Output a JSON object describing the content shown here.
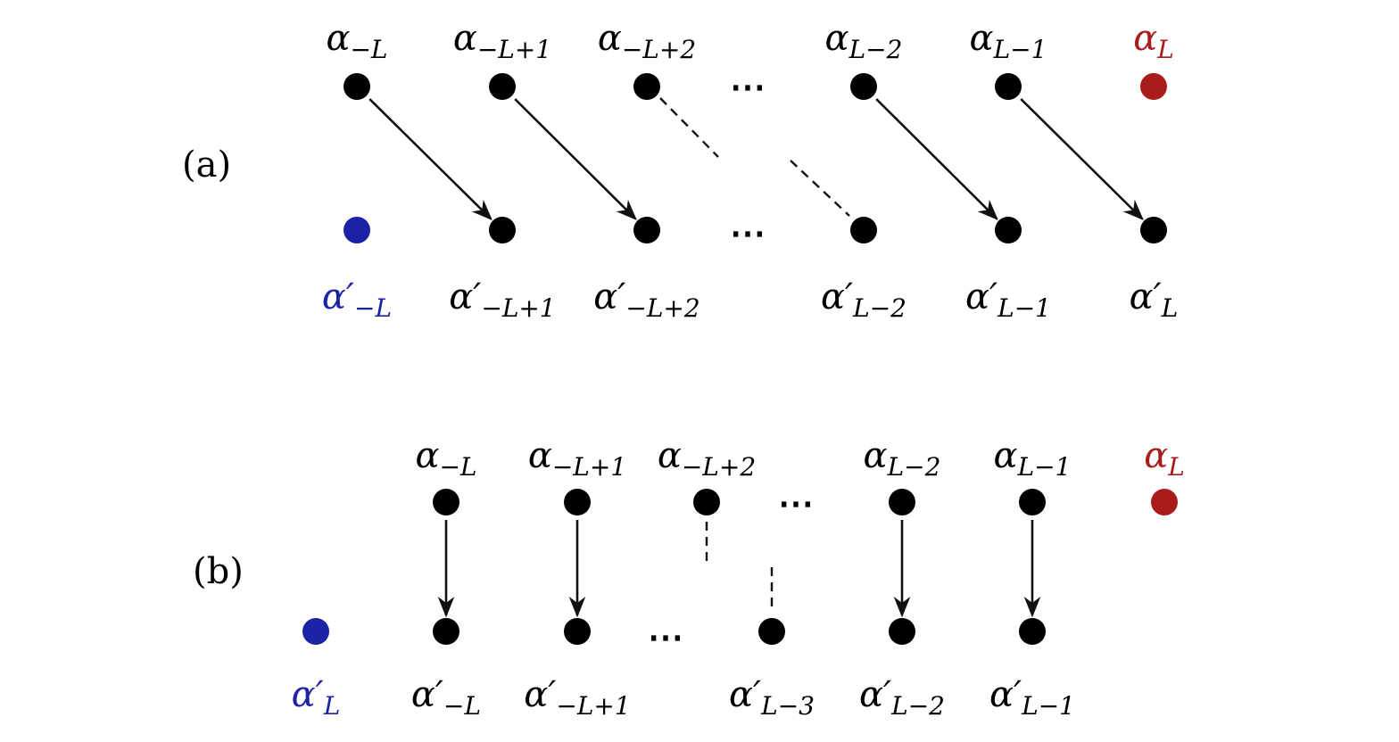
{
  "colors": {
    "node": "#000000",
    "red": "#a81c1c",
    "blue": "#1b22a6",
    "line": "#111111"
  },
  "ellipsis": "⋯",
  "panels": [
    {
      "label": "(a)",
      "top_labels": [
        {
          "base": "α",
          "sub": "−L",
          "prime": false,
          "color": "node"
        },
        {
          "base": "α",
          "sub": "−L+1",
          "prime": false,
          "color": "node"
        },
        {
          "base": "α",
          "sub": "−L+2",
          "prime": false,
          "color": "node"
        },
        {
          "base": "α",
          "sub": "L−2",
          "prime": false,
          "color": "node"
        },
        {
          "base": "α",
          "sub": "L−1",
          "prime": false,
          "color": "node"
        },
        {
          "base": "α",
          "sub": "L",
          "prime": false,
          "color": "red"
        }
      ],
      "bottom_labels": [
        {
          "base": "α",
          "sub": "−L",
          "prime": true,
          "color": "blue"
        },
        {
          "base": "α",
          "sub": "−L+1",
          "prime": true,
          "color": "node"
        },
        {
          "base": "α",
          "sub": "−L+2",
          "prime": true,
          "color": "node"
        },
        {
          "base": "α",
          "sub": "L−2",
          "prime": true,
          "color": "node"
        },
        {
          "base": "α",
          "sub": "L−1",
          "prime": true,
          "color": "node"
        },
        {
          "base": "α",
          "sub": "L",
          "prime": true,
          "color": "node"
        }
      ]
    },
    {
      "label": "(b)",
      "top_labels": [
        {
          "base": "α",
          "sub": "−L",
          "prime": false,
          "color": "node"
        },
        {
          "base": "α",
          "sub": "−L+1",
          "prime": false,
          "color": "node"
        },
        {
          "base": "α",
          "sub": "−L+2",
          "prime": false,
          "color": "node"
        },
        {
          "base": "α",
          "sub": "L−2",
          "prime": false,
          "color": "node"
        },
        {
          "base": "α",
          "sub": "L−1",
          "prime": false,
          "color": "node"
        },
        {
          "base": "α",
          "sub": "L",
          "prime": false,
          "color": "red"
        }
      ],
      "bottom_labels": [
        {
          "base": "α",
          "sub": "L",
          "prime": true,
          "color": "blue"
        },
        {
          "base": "α",
          "sub": "−L",
          "prime": true,
          "color": "node"
        },
        {
          "base": "α",
          "sub": "−L+1",
          "prime": true,
          "color": "node"
        },
        {
          "base": "α",
          "sub": "L−3",
          "prime": true,
          "color": "node"
        },
        {
          "base": "α",
          "sub": "L−2",
          "prime": true,
          "color": "node"
        },
        {
          "base": "α",
          "sub": "L−1",
          "prime": true,
          "color": "node"
        }
      ]
    }
  ]
}
